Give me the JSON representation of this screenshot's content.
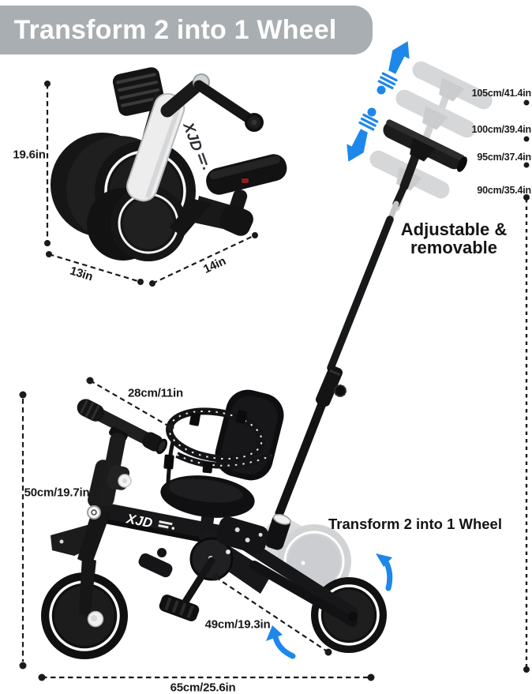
{
  "colors": {
    "accent_blue": "#1e87ea",
    "banner_gray": "#a8aeb1"
  },
  "banner": {
    "title": "Transform 2 into 1 Wheel"
  },
  "folded_trike": {
    "logo": "XJD",
    "dims": {
      "height": "19.6in",
      "depth": "13in",
      "width": "14in"
    }
  },
  "push_handle": {
    "heights": [
      "105cm/41.4in",
      "100cm/39.4in",
      "95cm/37.4in",
      "90cm/35.4in"
    ],
    "caption_line1": "Adjustable &",
    "caption_line2": "removable"
  },
  "main_trike": {
    "logo": "XJD",
    "caption": "Transform 2 into 1 Wheel",
    "dims": {
      "handlebar_width": "28cm/11in",
      "height": "50cm/19.7in",
      "wheelbase": "49cm/19.3in",
      "length": "65cm/25.6in"
    }
  },
  "icons": {
    "raise_arrow": "up-arrow-icon",
    "lower_arrow": "down-arrow-icon",
    "fold_hint_arrows": "curved-arrow-icon"
  }
}
